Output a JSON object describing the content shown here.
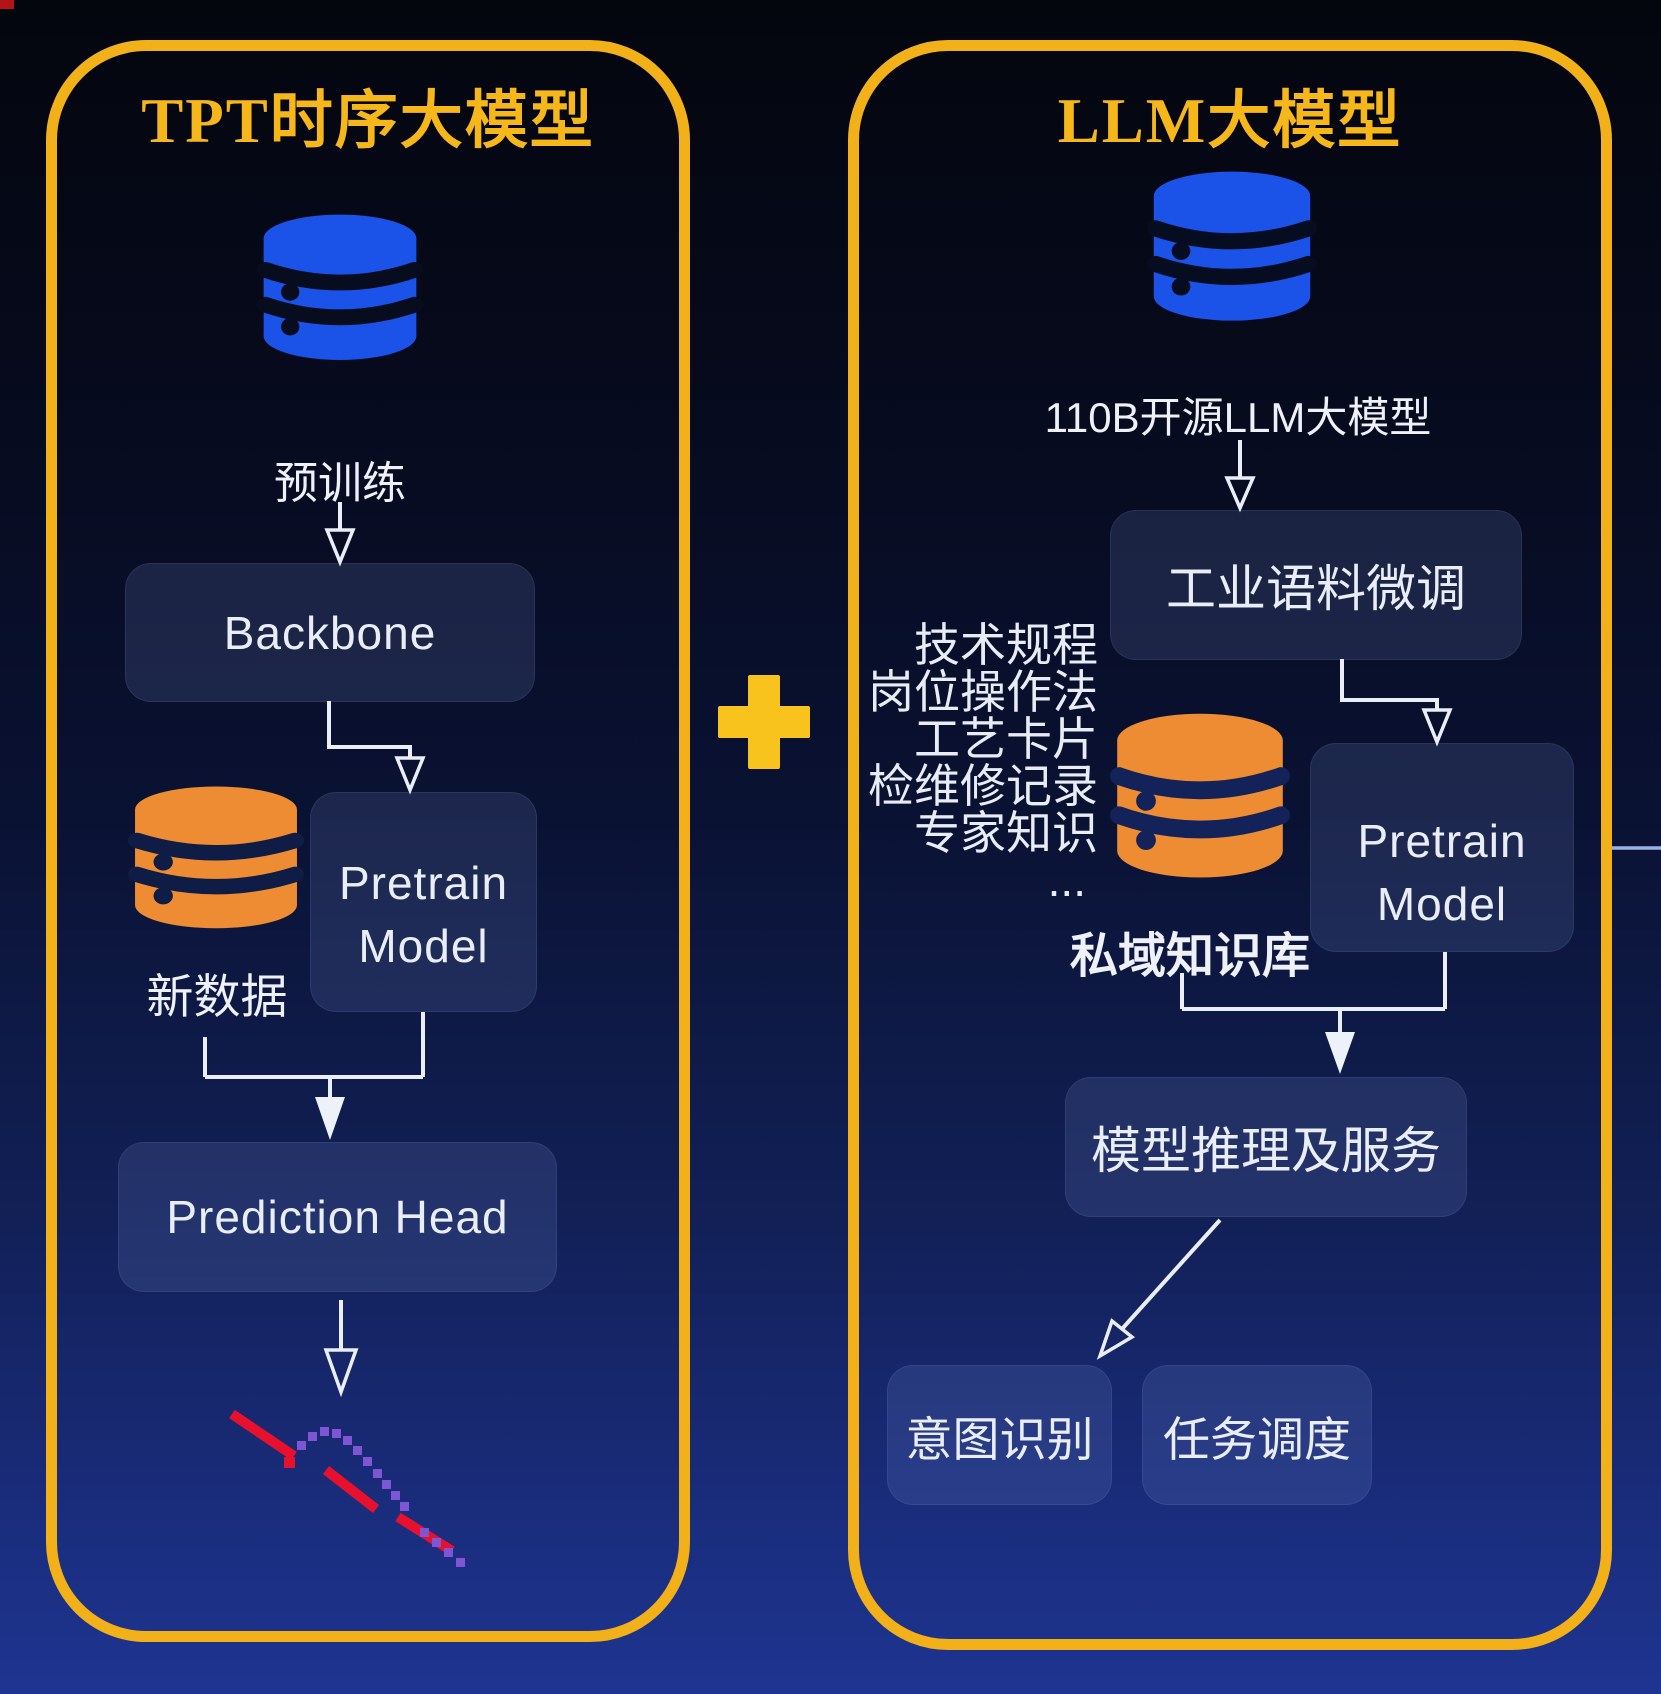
{
  "left_panel": {
    "title": "TPT时序大模型",
    "pretrain_db_label": "预训练",
    "backbone_label": "Backbone",
    "new_data_label": "新数据",
    "pretrain_model_line1": "Pretrain",
    "pretrain_model_line2": "Model",
    "prediction_head_label": "Prediction Head"
  },
  "right_panel": {
    "title": "LLM大模型",
    "base_model_label": "110B开源LLM大模型",
    "finetune_label": "工业语料微调",
    "knowledge_items": [
      "技术规程",
      "岗位操作法",
      "工艺卡片",
      "检维修记录",
      "专家知识",
      "..."
    ],
    "private_kb_label": "私域知识库",
    "pretrain_model_line1": "Pretrain",
    "pretrain_model_line2": "Model",
    "inference_label": "模型推理及服务",
    "intent_label": "意图识别",
    "task_label": "任务调度"
  },
  "icons": {
    "plus_icon": "+",
    "database_icon_blue": "database cylinder",
    "database_icon_orange": "database cylinder"
  },
  "chart_data": {
    "type": "line",
    "title": "",
    "xlabel": "",
    "ylabel": "",
    "series": [
      {
        "name": "actual",
        "style": "solid red dashes",
        "x": [
          232,
          294,
          326,
          376,
          398,
          452
        ],
        "y": [
          1414,
          1456,
          1470,
          1509,
          1517,
          1551
        ]
      },
      {
        "name": "prediction",
        "style": "purple dotted",
        "x": [
          301,
          324,
          347,
          367,
          386,
          404,
          444,
          466
        ],
        "y": [
          1445,
          1431,
          1440,
          1461,
          1484,
          1506,
          1538,
          1558
        ]
      }
    ],
    "legend_position": "none",
    "grid": false
  },
  "colors": {
    "background_top": "#04060e",
    "background_bottom": "#1e3490",
    "panel_border": "#f2b118",
    "title_yellow": "#f6b71a",
    "plus_yellow": "#f7c31c",
    "db_blue": "#1b53e8",
    "db_orange": "#ee8c33",
    "node_text": "#e9edf6",
    "arrow": "#e9eef7",
    "chart_red": "#e8112d",
    "chart_purple": "#7e55d4",
    "corner_artifact_red": "#b51317"
  }
}
